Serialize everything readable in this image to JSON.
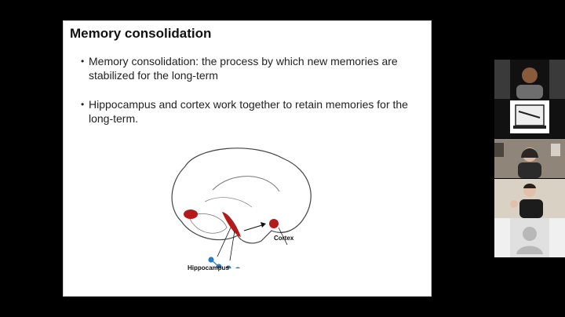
{
  "slide": {
    "title": "Memory consolidation",
    "bullets": [
      "Memory consolidation: the process by which new memories are stabilized for the long-term",
      "Hippocampus and cortex work together to retain memories for the long-term."
    ],
    "bullet_glyph": "•",
    "figure": {
      "label_cortex": "Cortex",
      "label_hippocampus": "Hippocampus"
    }
  },
  "participants": [
    {
      "kind": "video",
      "icon": "participant-1-video"
    },
    {
      "kind": "logo",
      "icon": "saving-scientist-logo"
    },
    {
      "kind": "video",
      "icon": "participant-3-video"
    },
    {
      "kind": "video",
      "icon": "participant-4-video"
    },
    {
      "kind": "avatar",
      "icon": "user-avatar-icon"
    }
  ],
  "colors": {
    "brain_red": "#b31b1b",
    "node_blue": "#2a7bbd",
    "background": "#000000"
  }
}
